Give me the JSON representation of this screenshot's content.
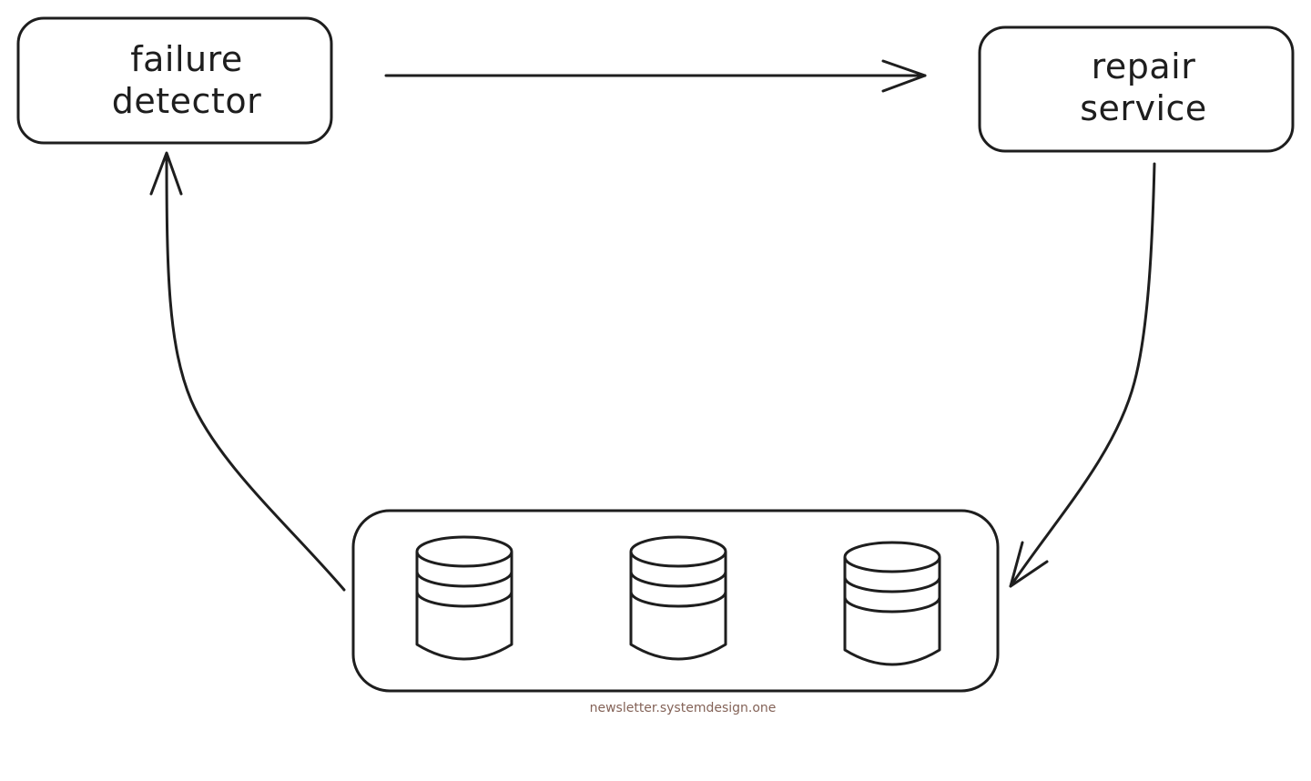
{
  "nodes": {
    "failure_detector": {
      "line1": "failure",
      "line2": "detector"
    },
    "repair_service": {
      "line1": "repair",
      "line2": "service"
    },
    "storage_group": {
      "databases": 3
    }
  },
  "edges": [
    {
      "from": "failure detector",
      "to": "repair service"
    },
    {
      "from": "repair service",
      "to": "storage group"
    },
    {
      "from": "storage group",
      "to": "failure detector"
    }
  ],
  "watermark": "newsletter.systemdesign.one",
  "colors": {
    "stroke": "#1e1e1e",
    "watermark": "#846358",
    "background": "#ffffff"
  }
}
